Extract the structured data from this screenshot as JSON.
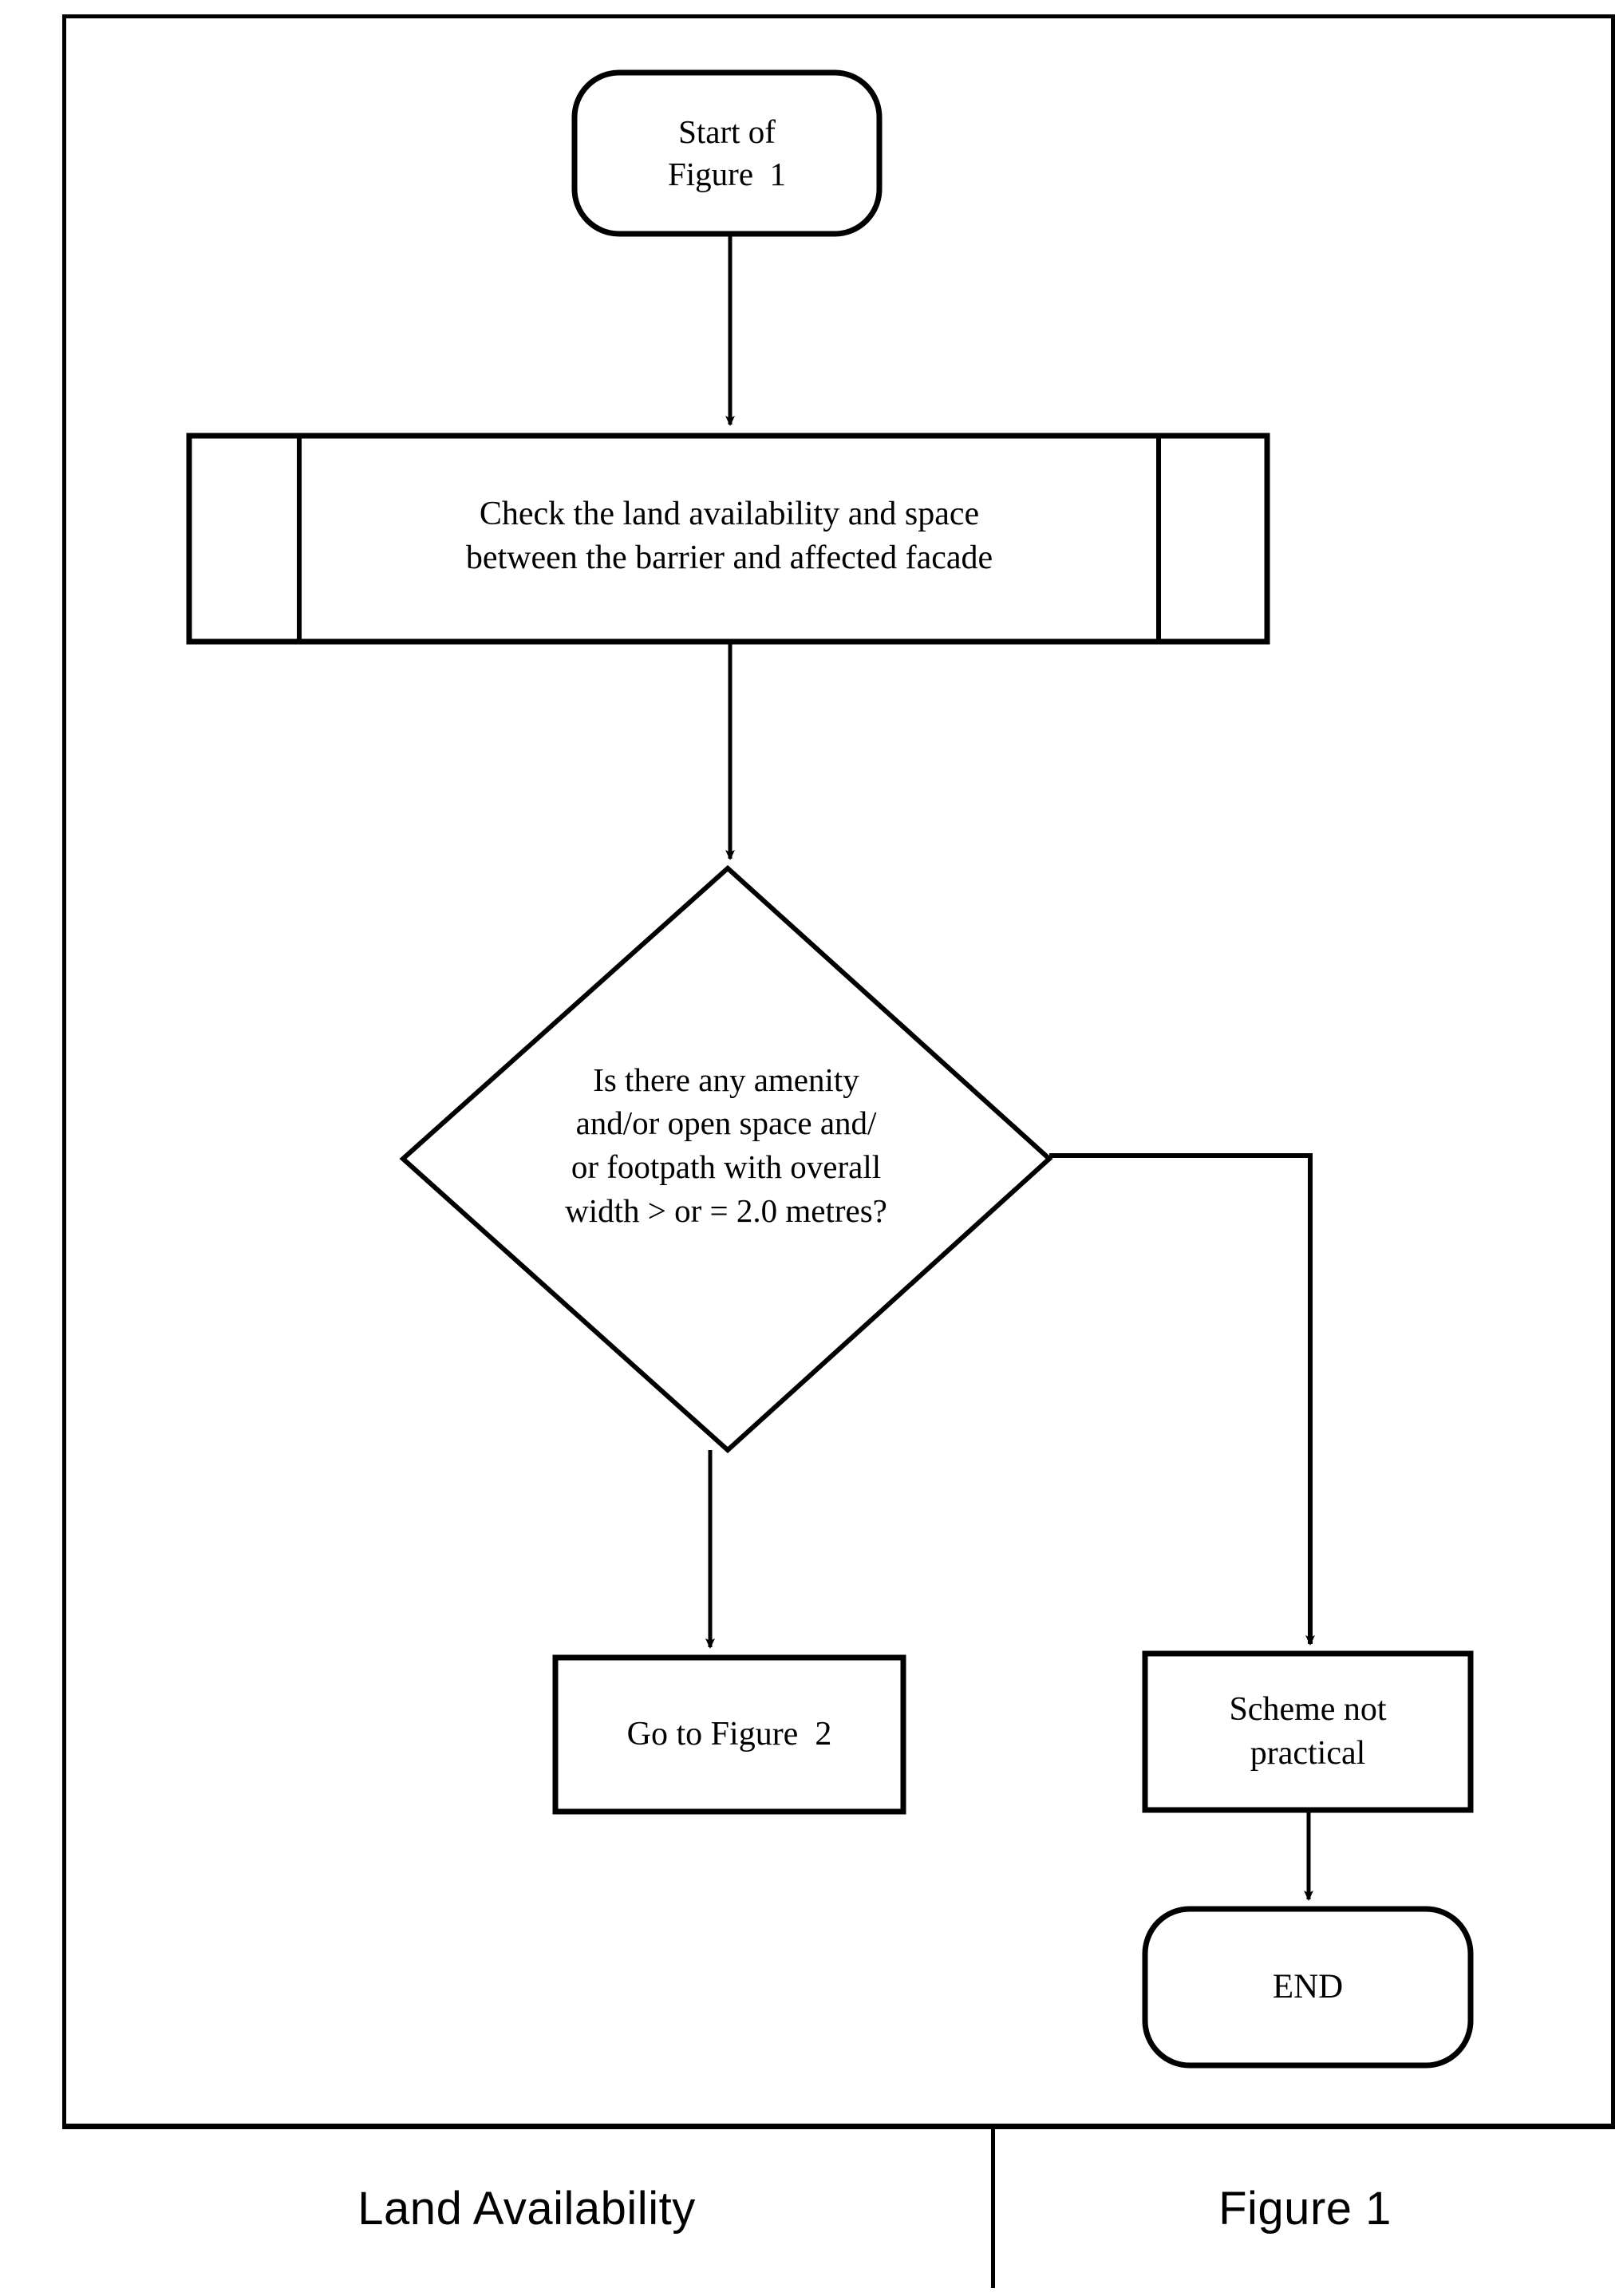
{
  "figure": {
    "frame_color": "#000000",
    "background_color": "#ffffff",
    "line_color": "#000000"
  },
  "nodes": {
    "start": {
      "shape": "terminator",
      "line1": "Start of",
      "line2": "Figure  1"
    },
    "process": {
      "shape": "predefined-process",
      "line1": "Check the land availability and space",
      "line2": "between the barrier and affected facade"
    },
    "decision": {
      "shape": "diamond",
      "line1": "Is there any amenity",
      "line2": "and/or open space and/",
      "line3": "or footpath with overall",
      "line4": "width > or = 2.0 metres?"
    },
    "go_to_figure_2": {
      "shape": "process",
      "line1": "Go to Figure  2"
    },
    "scheme_not_practical": {
      "shape": "process",
      "line1": "Scheme not",
      "line2": "practical"
    },
    "end": {
      "shape": "terminator",
      "line1": "END"
    }
  },
  "connectors": [
    {
      "from": "start",
      "to": "process",
      "label": ""
    },
    {
      "from": "process",
      "to": "decision",
      "label": ""
    },
    {
      "from": "decision",
      "to": "go_to_figure_2",
      "label": ""
    },
    {
      "from": "decision",
      "to": "scheme_not_practical",
      "label": ""
    },
    {
      "from": "scheme_not_practical",
      "to": "end",
      "label": ""
    }
  ],
  "footer": {
    "title": "Land Availability",
    "figure_number": "Figure 1"
  }
}
